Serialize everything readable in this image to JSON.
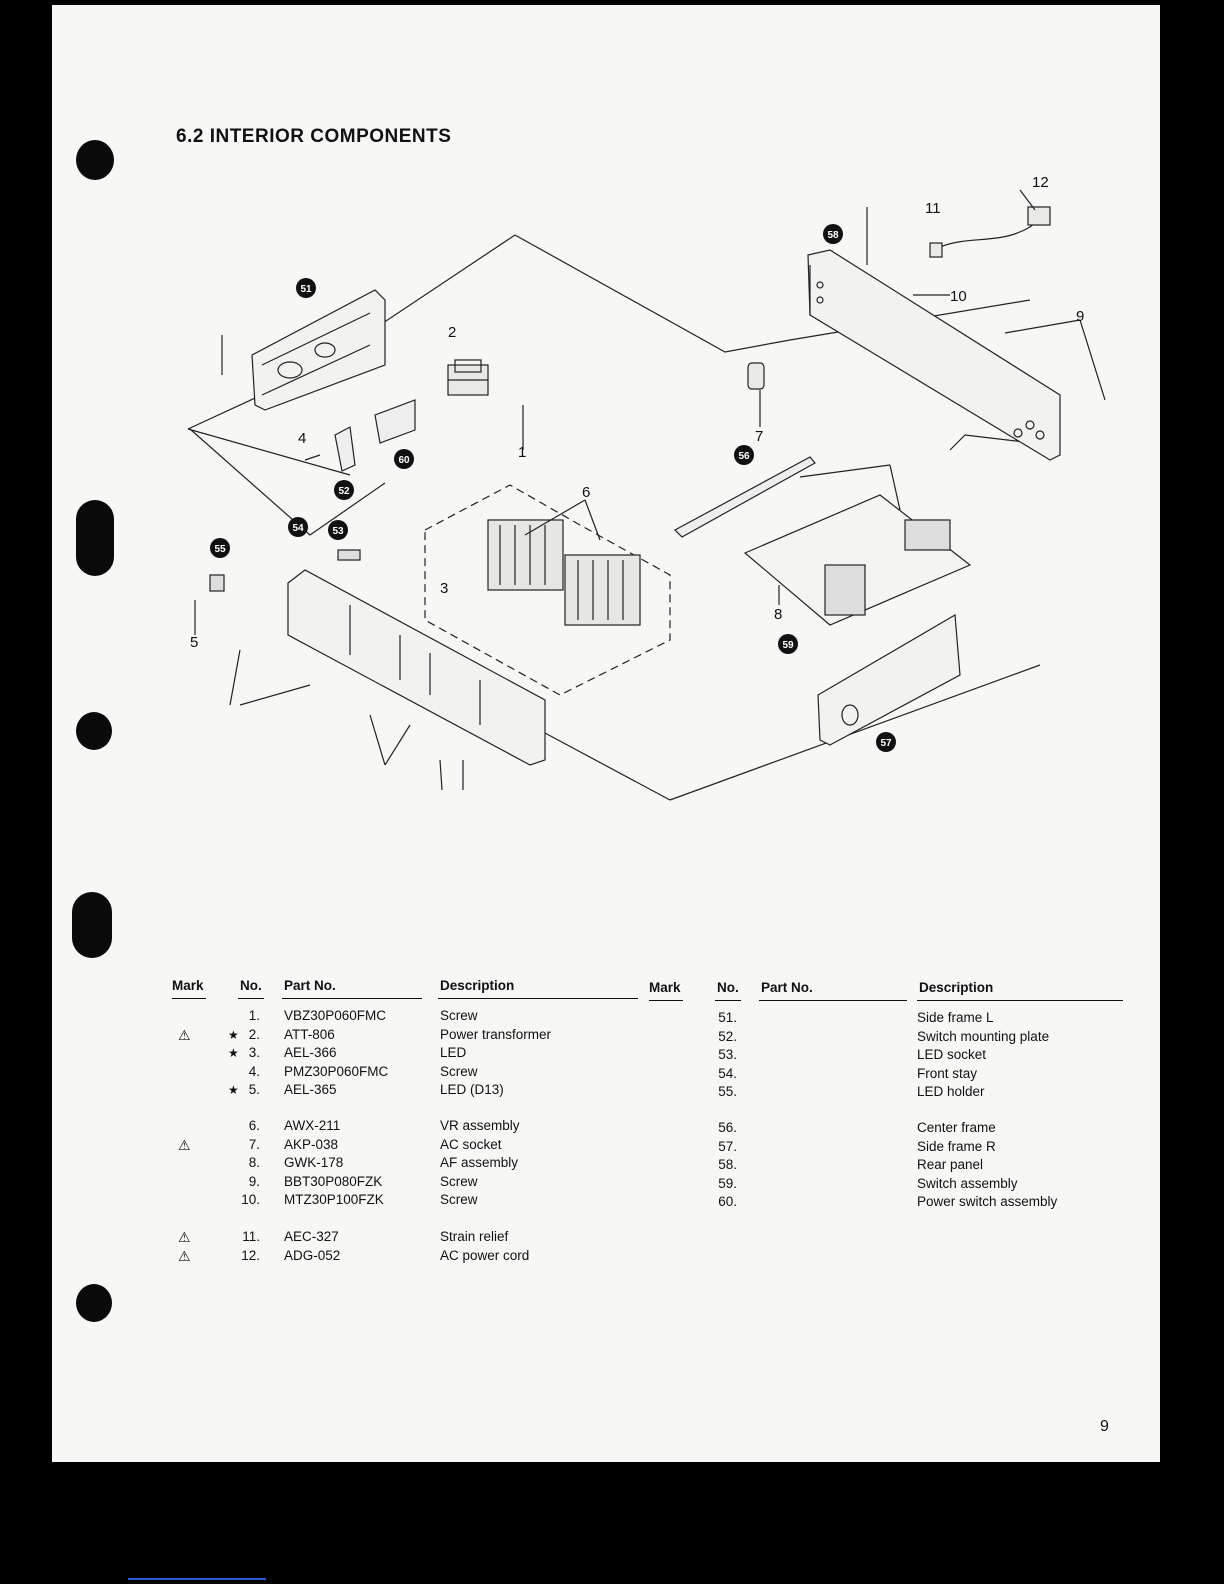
{
  "section": {
    "title": "6.2  INTERIOR COMPONENTS"
  },
  "diagram": {
    "callouts": [
      "1",
      "2",
      "3",
      "4",
      "5",
      "6",
      "7",
      "8",
      "9",
      "10",
      "11",
      "12",
      "51",
      "52",
      "53",
      "54",
      "55",
      "56",
      "57",
      "58",
      "59",
      "60"
    ]
  },
  "parts_table": {
    "headers": {
      "mark": "Mark",
      "no": "No.",
      "part_no": "Part No.",
      "description": "Description"
    },
    "left": [
      {
        "mark": "",
        "star": "",
        "no": "1.",
        "part_no": "VBZ30P060FMC",
        "description": "Screw"
      },
      {
        "mark": "warning",
        "star": "★",
        "no": "2.",
        "part_no": "ATT-806",
        "description": "Power transformer"
      },
      {
        "mark": "",
        "star": "★",
        "no": "3.",
        "part_no": "AEL-366",
        "description": "LED"
      },
      {
        "mark": "",
        "star": "",
        "no": "4.",
        "part_no": "PMZ30P060FMC",
        "description": "Screw"
      },
      {
        "mark": "",
        "star": "★",
        "no": "5.",
        "part_no": "AEL-365",
        "description": "LED (D13)"
      },
      {
        "mark": "",
        "star": "",
        "no": "6.",
        "part_no": "AWX-211",
        "description": "VR assembly"
      },
      {
        "mark": "warning",
        "star": "",
        "no": "7.",
        "part_no": "AKP-038",
        "description": "AC socket"
      },
      {
        "mark": "",
        "star": "",
        "no": "8.",
        "part_no": "GWK-178",
        "description": "AF assembly"
      },
      {
        "mark": "",
        "star": "",
        "no": "9.",
        "part_no": "BBT30P080FZK",
        "description": "Screw"
      },
      {
        "mark": "",
        "star": "",
        "no": "10.",
        "part_no": "MTZ30P100FZK",
        "description": "Screw"
      },
      {
        "mark": "warning",
        "star": "",
        "no": "11.",
        "part_no": "AEC-327",
        "description": "Strain relief"
      },
      {
        "mark": "warning",
        "star": "",
        "no": "12.",
        "part_no": "ADG-052",
        "description": "AC power cord"
      }
    ],
    "right": [
      {
        "mark": "",
        "no": "51.",
        "part_no": "",
        "description": "Side frame L"
      },
      {
        "mark": "",
        "no": "52.",
        "part_no": "",
        "description": "Switch mounting plate"
      },
      {
        "mark": "",
        "no": "53.",
        "part_no": "",
        "description": "LED socket"
      },
      {
        "mark": "",
        "no": "54.",
        "part_no": "",
        "description": "Front stay"
      },
      {
        "mark": "",
        "no": "55.",
        "part_no": "",
        "description": "LED holder"
      },
      {
        "mark": "",
        "no": "56.",
        "part_no": "",
        "description": "Center frame"
      },
      {
        "mark": "",
        "no": "57.",
        "part_no": "",
        "description": "Side frame R"
      },
      {
        "mark": "",
        "no": "58.",
        "part_no": "",
        "description": "Rear panel"
      },
      {
        "mark": "",
        "no": "59.",
        "part_no": "",
        "description": "Switch assembly"
      },
      {
        "mark": "",
        "no": "60.",
        "part_no": "",
        "description": "Power switch assembly"
      }
    ]
  },
  "page_number": "9"
}
